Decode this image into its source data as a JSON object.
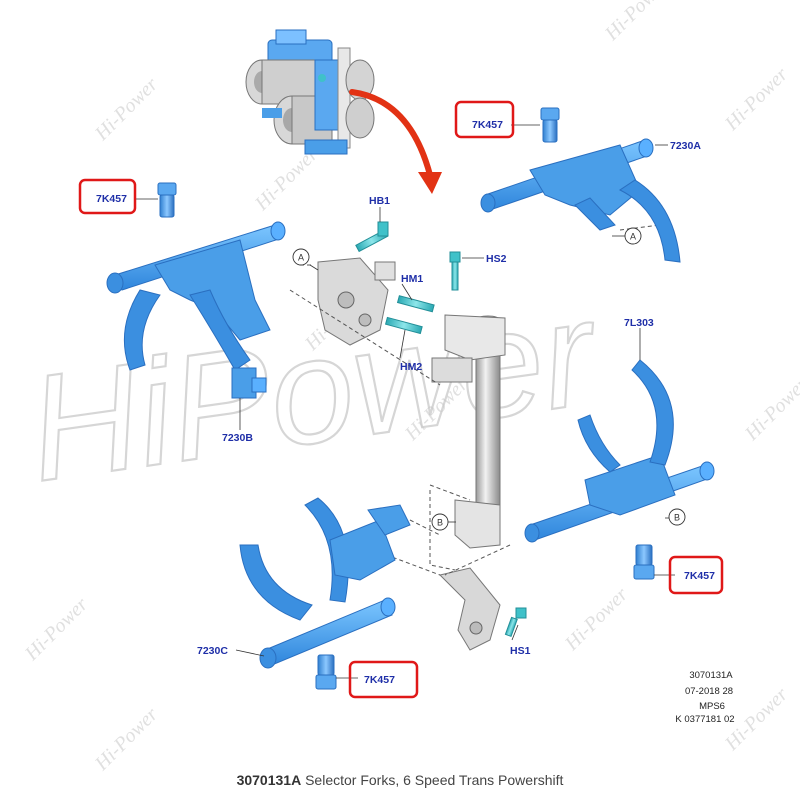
{
  "diagram": {
    "part_labels": {
      "hb1": "HB1",
      "hs2": "HS2",
      "hm1": "HM1",
      "hm2": "HM2",
      "hs1": "HS1",
      "f7l303": "7L303",
      "f7230a": "7230A",
      "f7230b": "7230B",
      "f7230c": "7230C",
      "k_tl": "7K457",
      "k_tr": "7K457",
      "k_mr": "7K457",
      "k_bl": "7K457"
    },
    "view_markers": {
      "a_left": "A",
      "a_right": "A",
      "b_left": "B",
      "b_right": "B"
    },
    "reference_block": {
      "line1": "3070131A",
      "line2": "07-2018 28",
      "line3": "MPS6",
      "line4": "K 0377181 02"
    },
    "watermark": {
      "small": "Hi-Power",
      "big": "HiPower"
    }
  },
  "caption": {
    "code": "3070131A",
    "text": "Selector Forks, 6 Speed Trans Powershift"
  },
  "colors": {
    "part_blue": "#4aa6f0",
    "label_blue": "#1f2fa8",
    "highlight_red": "#e01818",
    "arrow_red": "#e23214",
    "teal_bolt": "#3fc1c9"
  }
}
